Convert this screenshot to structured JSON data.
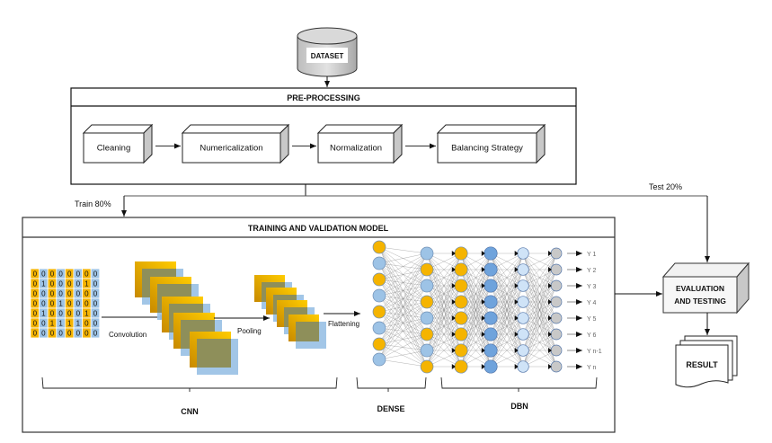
{
  "dataset": {
    "label": "DATASET"
  },
  "preprocessing": {
    "title": "PRE-PROCESSING",
    "steps": [
      {
        "label": "Cleaning"
      },
      {
        "label": "Numericalization"
      },
      {
        "label": "Normalization"
      },
      {
        "label": "Balancing Strategy"
      }
    ]
  },
  "split": {
    "train_label": "Train 80%",
    "test_label": "Test 20%"
  },
  "training": {
    "title": "TRAINING AND VALIDATION MODEL",
    "input_matrix": [
      [
        0,
        0,
        0,
        0,
        0,
        0,
        0,
        0
      ],
      [
        0,
        1,
        0,
        0,
        0,
        0,
        1,
        0
      ],
      [
        0,
        0,
        0,
        0,
        0,
        0,
        0,
        0
      ],
      [
        0,
        0,
        0,
        1,
        0,
        0,
        0,
        0
      ],
      [
        0,
        1,
        0,
        0,
        0,
        0,
        1,
        0
      ],
      [
        0,
        0,
        1,
        1,
        1,
        1,
        0,
        0
      ],
      [
        0,
        0,
        0,
        0,
        0,
        0,
        0,
        0
      ]
    ],
    "convolution_label": "Convolution",
    "pooling_label": "Pooling",
    "flattening_label": "Flattening",
    "sections": [
      {
        "label": "CNN"
      },
      {
        "label": "DENSE"
      },
      {
        "label": "DBN"
      }
    ],
    "outputs": [
      "Y 1",
      "Y 2",
      "Y 3",
      "Y 4",
      "Y 5",
      "Y 6",
      "Y n-1",
      "Y n"
    ]
  },
  "evaluation": {
    "line1": "EVALUATION",
    "line2": "AND TESTING"
  },
  "result": {
    "label": "RESULT"
  },
  "colors": {
    "orange": "#F5B400",
    "blue": "#9DC3E6",
    "dark_blue": "#6FA3DC",
    "light_blue": "#CFE3F7",
    "grey": "#C8C8C8",
    "olive": "#8E8F5A"
  }
}
